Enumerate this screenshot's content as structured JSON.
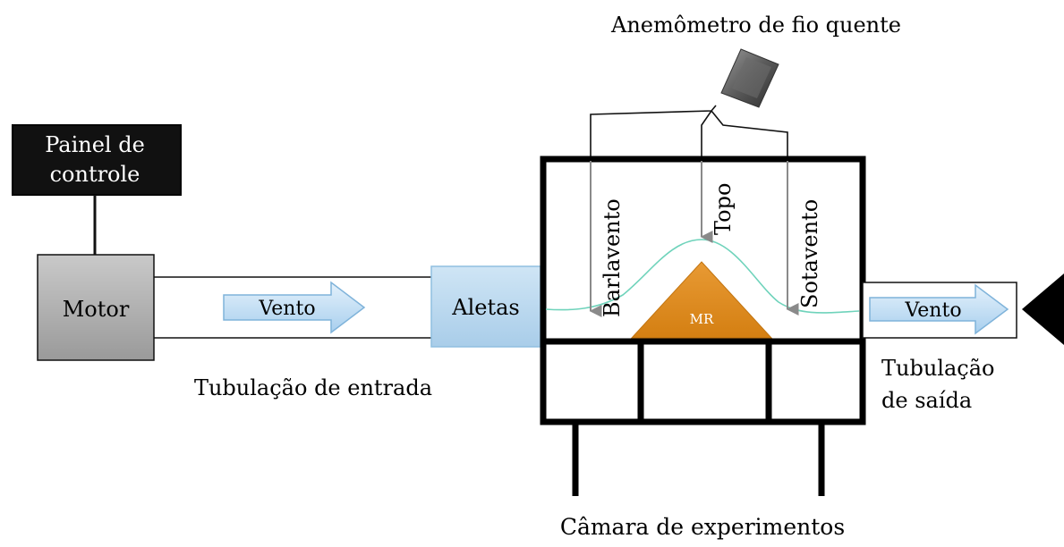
{
  "labels": {
    "anemometer": "Anemômetro de fio quente",
    "control_panel_line1": "Painel de",
    "control_panel_line2": "controle",
    "motor": "Motor",
    "wind_in": "Vento",
    "inlet_pipe": "Tubulação de entrada",
    "fins": "Aletas",
    "windward": "Barlavento",
    "top": "Topo",
    "leeward": "Sotavento",
    "model": "MR",
    "wind_out": "Vento",
    "outlet_pipe_line1": "Tubulação",
    "outlet_pipe_line2": "de saída",
    "chamber": "Câmara de experimentos"
  },
  "colors": {
    "control_panel": "#111111",
    "motor_fill": "#b3b3b3",
    "fins_fill": "#bcd9ee",
    "arrow_fill": "#c5e0f3",
    "arrow_stroke": "#7fb3da",
    "model_fill": "#e08a1e",
    "flow_line": "#6fd3bb",
    "probe_line": "#8a8a8a"
  }
}
